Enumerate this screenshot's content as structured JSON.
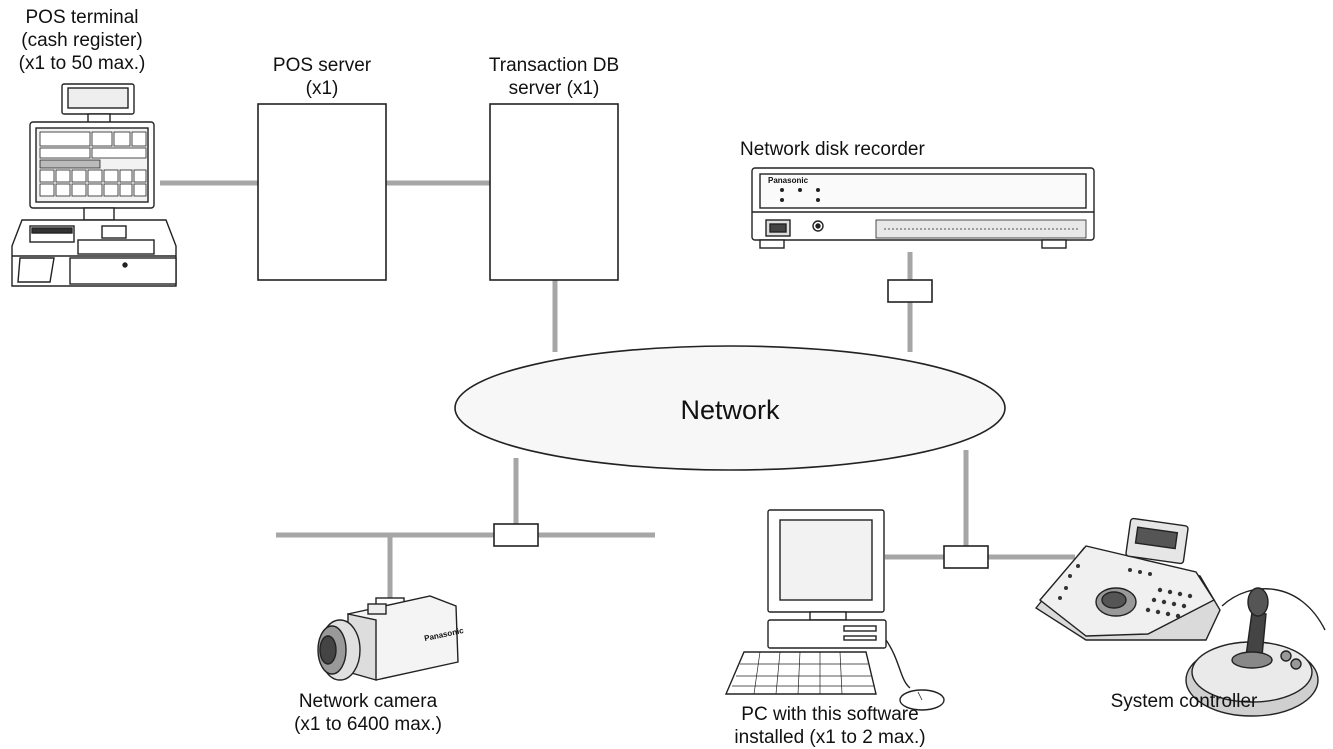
{
  "pos_terminal": {
    "line1": "POS terminal",
    "line2": "(cash register)",
    "line3": "(x1 to 50 max.)"
  },
  "pos_server": {
    "line1": "POS server",
    "line2": "(x1)"
  },
  "transaction_db": {
    "line1": "Transaction DB",
    "line2": "server (x1)"
  },
  "recorder": {
    "label": "Network disk recorder",
    "brand": "Panasonic"
  },
  "network": {
    "label": "Network"
  },
  "camera": {
    "line1": "Network camera",
    "line2": "(x1 to 6400 max.)",
    "brand": "Panasonic"
  },
  "pc": {
    "line1": "PC with this software",
    "line2": "installed (x1 to 2 max.)"
  },
  "controller": {
    "label": "System controller"
  },
  "colors": {
    "line": "#a6a6a6",
    "stroke": "#222222",
    "ellipse_fill": "#f7f7f7"
  }
}
